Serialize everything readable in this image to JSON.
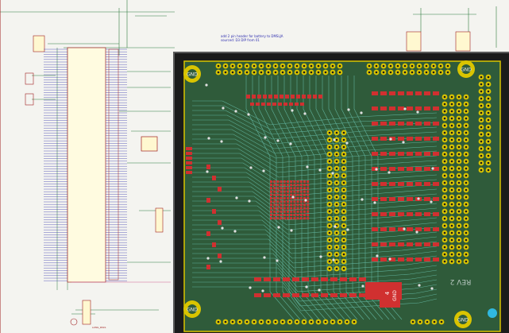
{
  "schematic": {
    "note_lines": [
      "add 2 pin header for battery to DMSLJA",
      "sourced: D3 DIP from 01"
    ],
    "bottom_label": "L2NIL_PASS"
  },
  "pcb": {
    "mount_hole_labels": [
      "GND",
      "GND",
      "GND",
      "GND"
    ],
    "revision_text": "REV 2",
    "gnd_pad_number": "4",
    "gnd_pad_label": "GND"
  },
  "colors": {
    "board": "#2f5b3a",
    "copper": "#d03030",
    "track": "#5fb09a",
    "pad": "#d9c400",
    "schematic_line": "#2f7a3f",
    "schematic_label": "#3a3ab0"
  }
}
